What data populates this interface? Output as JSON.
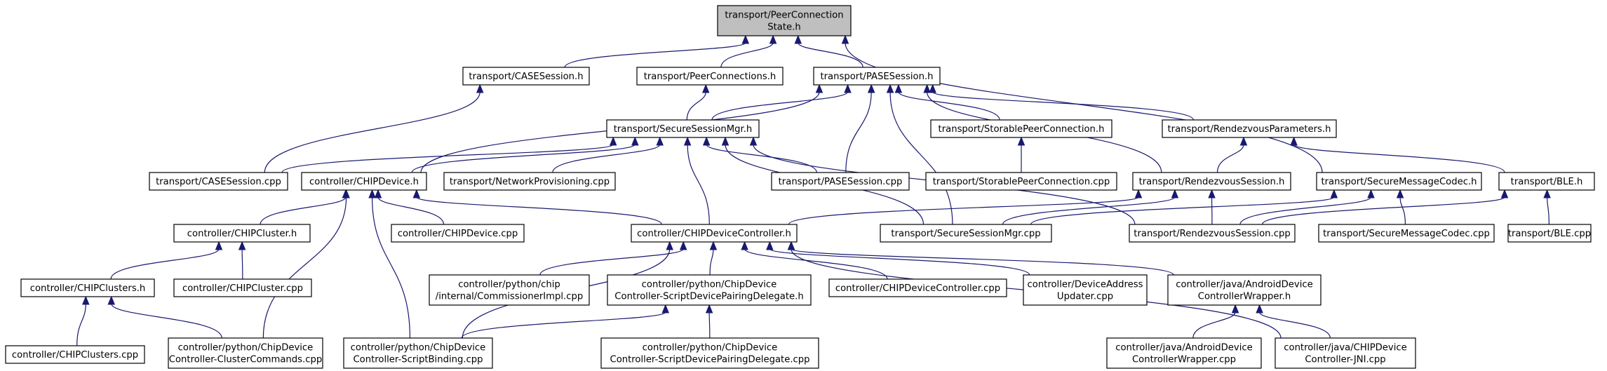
{
  "graph": {
    "colors": {
      "edge": "#191970",
      "root_fill": "#bfbfbf",
      "node_fill": "#ffffff",
      "node_border": "#000000"
    },
    "nodes": [
      {
        "id": "n0",
        "lines": [
          "transport/PeerConnection",
          "State.h"
        ],
        "root": true
      },
      {
        "id": "n1",
        "lines": [
          "transport/CASESession.h"
        ]
      },
      {
        "id": "n2",
        "lines": [
          "transport/PeerConnections.h"
        ]
      },
      {
        "id": "n3",
        "lines": [
          "transport/PASESession.h"
        ]
      },
      {
        "id": "n4",
        "lines": [
          "transport/SecureSessionMgr.h"
        ]
      },
      {
        "id": "n5",
        "lines": [
          "transport/StorablePeerConnection.h"
        ]
      },
      {
        "id": "n6",
        "lines": [
          "transport/RendezvousParameters.h"
        ]
      },
      {
        "id": "n7",
        "lines": [
          "transport/CASESession.cpp"
        ]
      },
      {
        "id": "n8",
        "lines": [
          "controller/CHIPDevice.h"
        ]
      },
      {
        "id": "n9",
        "lines": [
          "transport/NetworkProvisioning.cpp"
        ]
      },
      {
        "id": "n10",
        "lines": [
          "transport/PASESession.cpp"
        ]
      },
      {
        "id": "n11",
        "lines": [
          "transport/StorablePeerConnection.cpp"
        ]
      },
      {
        "id": "n12",
        "lines": [
          "transport/RendezvousSession.h"
        ]
      },
      {
        "id": "n13",
        "lines": [
          "transport/SecureMessageCodec.h"
        ]
      },
      {
        "id": "n14",
        "lines": [
          "transport/BLE.h"
        ]
      },
      {
        "id": "n15",
        "lines": [
          "controller/CHIPCluster.h"
        ]
      },
      {
        "id": "n16",
        "lines": [
          "controller/CHIPDevice.cpp"
        ]
      },
      {
        "id": "n17",
        "lines": [
          "controller/CHIPDeviceController.h"
        ]
      },
      {
        "id": "n18",
        "lines": [
          "transport/SecureSessionMgr.cpp"
        ]
      },
      {
        "id": "n19",
        "lines": [
          "transport/RendezvousSession.cpp"
        ]
      },
      {
        "id": "n20",
        "lines": [
          "transport/SecureMessageCodec.cpp"
        ]
      },
      {
        "id": "n21",
        "lines": [
          "transport/BLE.cpp"
        ]
      },
      {
        "id": "n22",
        "lines": [
          "controller/CHIPClusters.h"
        ]
      },
      {
        "id": "n23",
        "lines": [
          "controller/CHIPCluster.cpp"
        ]
      },
      {
        "id": "n24",
        "lines": [
          "controller/python/chip",
          "/internal/CommissionerImpl.cpp"
        ]
      },
      {
        "id": "n25",
        "lines": [
          "controller/python/ChipDevice",
          "Controller-ScriptDevicePairingDelegate.h"
        ]
      },
      {
        "id": "n26",
        "lines": [
          "controller/CHIPDeviceController.cpp"
        ]
      },
      {
        "id": "n27",
        "lines": [
          "controller/DeviceAddress",
          "Updater.cpp"
        ]
      },
      {
        "id": "n28",
        "lines": [
          "controller/java/AndroidDevice",
          "ControllerWrapper.h"
        ]
      },
      {
        "id": "n29",
        "lines": [
          "controller/CHIPClusters.cpp"
        ]
      },
      {
        "id": "n30",
        "lines": [
          "controller/python/ChipDevice",
          "Controller-ClusterCommands.cpp"
        ]
      },
      {
        "id": "n31",
        "lines": [
          "controller/python/ChipDevice",
          "Controller-ScriptBinding.cpp"
        ]
      },
      {
        "id": "n32",
        "lines": [
          "controller/python/ChipDevice",
          "Controller-ScriptDevicePairingDelegate.cpp"
        ]
      },
      {
        "id": "n33",
        "lines": [
          "controller/java/AndroidDevice",
          "ControllerWrapper.cpp"
        ]
      },
      {
        "id": "n34",
        "lines": [
          "controller/java/CHIPDevice",
          "Controller-JNI.cpp"
        ]
      }
    ],
    "edges": [
      [
        "n1",
        "n0"
      ],
      [
        "n2",
        "n0"
      ],
      [
        "n3",
        "n0"
      ],
      [
        "n13",
        "n0"
      ],
      [
        "n7",
        "n1"
      ],
      [
        "n4",
        "n2"
      ],
      [
        "n4",
        "n3"
      ],
      [
        "n8",
        "n3"
      ],
      [
        "n5",
        "n3"
      ],
      [
        "n6",
        "n3"
      ],
      [
        "n12",
        "n3"
      ],
      [
        "n10",
        "n3"
      ],
      [
        "n18",
        "n3"
      ],
      [
        "n7",
        "n4"
      ],
      [
        "n8",
        "n4"
      ],
      [
        "n9",
        "n4"
      ],
      [
        "n10",
        "n4"
      ],
      [
        "n17",
        "n4"
      ],
      [
        "n18",
        "n4"
      ],
      [
        "n19",
        "n4"
      ],
      [
        "n11",
        "n5"
      ],
      [
        "n12",
        "n6"
      ],
      [
        "n14",
        "n6"
      ],
      [
        "n15",
        "n8"
      ],
      [
        "n16",
        "n8"
      ],
      [
        "n17",
        "n8"
      ],
      [
        "n30",
        "n8"
      ],
      [
        "n31",
        "n8"
      ],
      [
        "n17",
        "n12"
      ],
      [
        "n18",
        "n12"
      ],
      [
        "n19",
        "n12"
      ],
      [
        "n18",
        "n13"
      ],
      [
        "n19",
        "n13"
      ],
      [
        "n20",
        "n13"
      ],
      [
        "n19",
        "n14"
      ],
      [
        "n21",
        "n14"
      ],
      [
        "n22",
        "n15"
      ],
      [
        "n23",
        "n15"
      ],
      [
        "n24",
        "n17"
      ],
      [
        "n25",
        "n17"
      ],
      [
        "n26",
        "n17"
      ],
      [
        "n27",
        "n17"
      ],
      [
        "n28",
        "n17"
      ],
      [
        "n31",
        "n17"
      ],
      [
        "n34",
        "n17"
      ],
      [
        "n29",
        "n22"
      ],
      [
        "n30",
        "n22"
      ],
      [
        "n31",
        "n25"
      ],
      [
        "n32",
        "n25"
      ],
      [
        "n33",
        "n28"
      ],
      [
        "n34",
        "n28"
      ]
    ]
  }
}
